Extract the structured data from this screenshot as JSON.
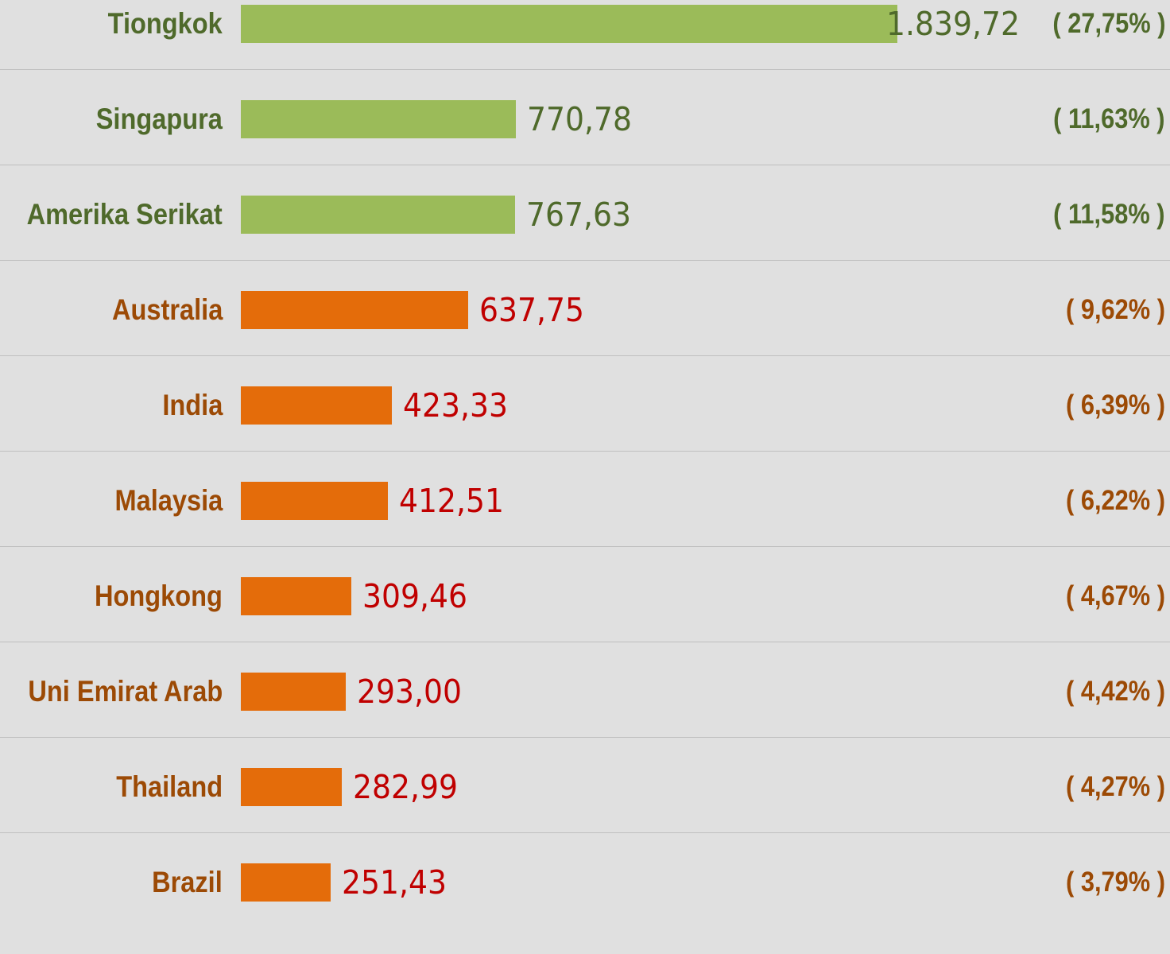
{
  "chart_data": {
    "type": "bar",
    "orientation": "horizontal",
    "categories": [
      "Tiongkok",
      "Singapura",
      "Amerika Serikat",
      "Australia",
      "India",
      "Malaysia",
      "Hongkong",
      "Uni Emirat Arab",
      "Thailand",
      "Brazil"
    ],
    "values": [
      1839.72,
      770.78,
      767.63,
      637.75,
      423.33,
      412.51,
      309.46,
      293.0,
      282.99,
      251.43
    ],
    "value_labels": [
      "1.839,72",
      "770,78",
      "767,63",
      "637,75",
      "423,33",
      "412,51",
      "309,46",
      "293,00",
      "282,99",
      "251,43"
    ],
    "percent_labels": [
      "( 27,75% )",
      "( 11,63% )",
      "( 11,58% )",
      "( 9,62% )",
      "( 6,39% )",
      "( 6,22% )",
      "( 4,67% )",
      "( 4,42% )",
      "( 4,27% )",
      "( 3,79% )"
    ],
    "groups": [
      "high",
      "high",
      "high",
      "low",
      "low",
      "low",
      "low",
      "low",
      "low",
      "low"
    ],
    "xlim": [
      0,
      1839.72
    ],
    "grid": false,
    "colors": {
      "high_bar": "#9bbb59",
      "high_text": "#4f6a2b",
      "low_bar": "#e46c0a",
      "low_label": "#9c4a05",
      "low_value": "#c00000",
      "background": "#e0e0e0",
      "separator": "#bfbfbf"
    }
  }
}
